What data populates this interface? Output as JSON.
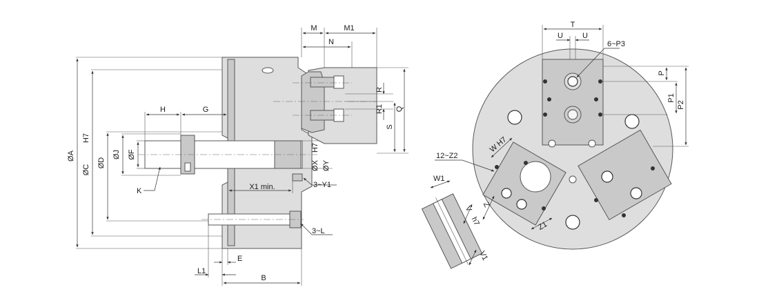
{
  "labels": {
    "M": "M",
    "M1": "M1",
    "N": "N",
    "R": "R",
    "R1": "R1",
    "Q": "Q",
    "S": "S",
    "H": "H",
    "G": "G",
    "H7": "H7",
    "A": "ØA",
    "C": "ØC",
    "CH7": "H7",
    "D": "ØD",
    "J": "ØJ",
    "F": "ØF",
    "X": "ØX",
    "Y": "ØY",
    "K": "K",
    "X1": "X1 min.",
    "Y1": "3~Y1",
    "L": "3~L",
    "E": "E",
    "L1": "L1",
    "B": "B",
    "T": "T",
    "U1": "U",
    "U2": "U",
    "P3": "6~P3",
    "P": "P",
    "P1": "P1",
    "P2": "P2",
    "WH7": "W H7",
    "Z2": "12~Z2",
    "W1": "W1",
    "V": "V",
    "h7": "h7",
    "Z": "Z",
    "Z1": "Z1",
    "V1": "V1"
  },
  "colors": {
    "body": "#dedede",
    "bodyDark": "#c9c9c9",
    "line": "#333333"
  }
}
